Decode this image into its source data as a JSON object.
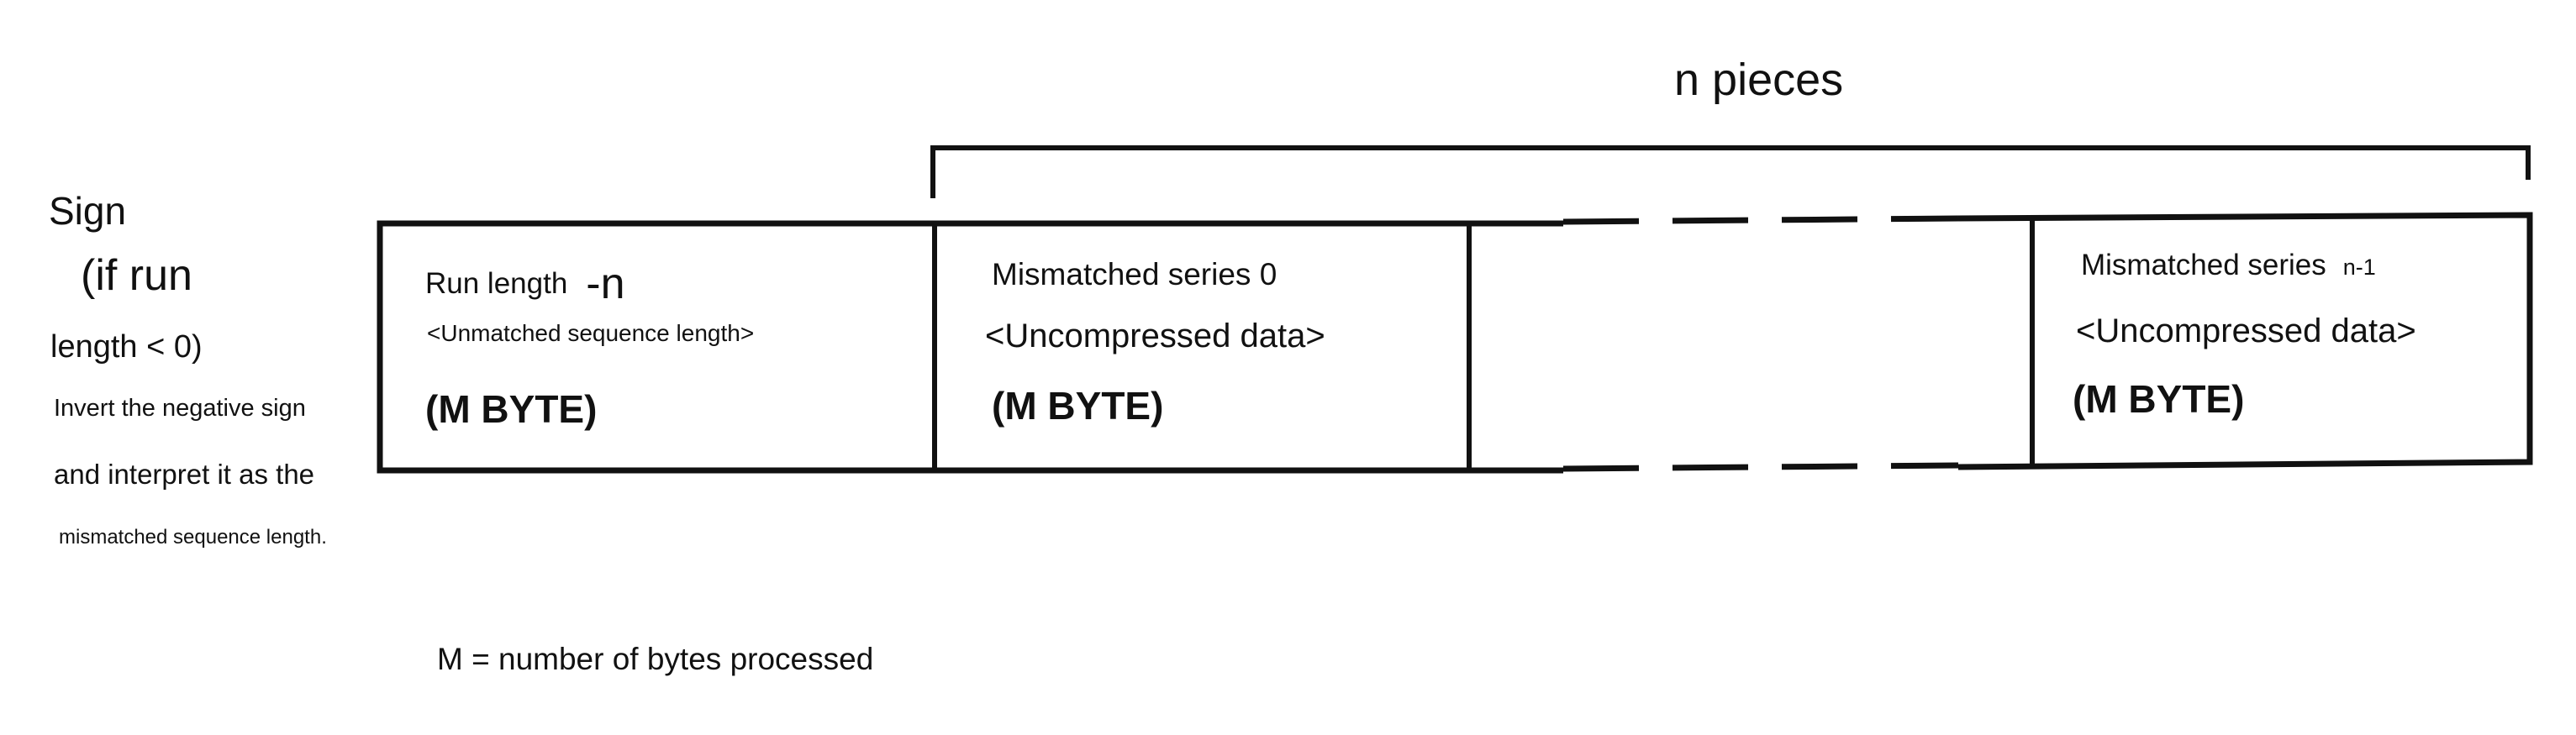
{
  "diagram": {
    "brace_label": "n pieces",
    "sign_note": {
      "line1": "Sign",
      "line2": "(if run",
      "line3": "length < 0)",
      "line4": "Invert the negative sign",
      "line5": "and interpret it as the",
      "line6": "mismatched sequence length."
    },
    "boxes": [
      {
        "title": "Run length",
        "title_suffix": "-n",
        "subtitle": "<Unmatched sequence length>",
        "size": "(M BYTE)"
      },
      {
        "title": "Mismatched series 0",
        "subtitle": "<Uncompressed data>",
        "size": "(M BYTE)"
      },
      {
        "title": "Mismatched series",
        "title_suffix": "n-1",
        "subtitle": "<Uncompressed data>",
        "size": "(M BYTE)"
      }
    ],
    "footnote": "M = number of bytes processed"
  }
}
